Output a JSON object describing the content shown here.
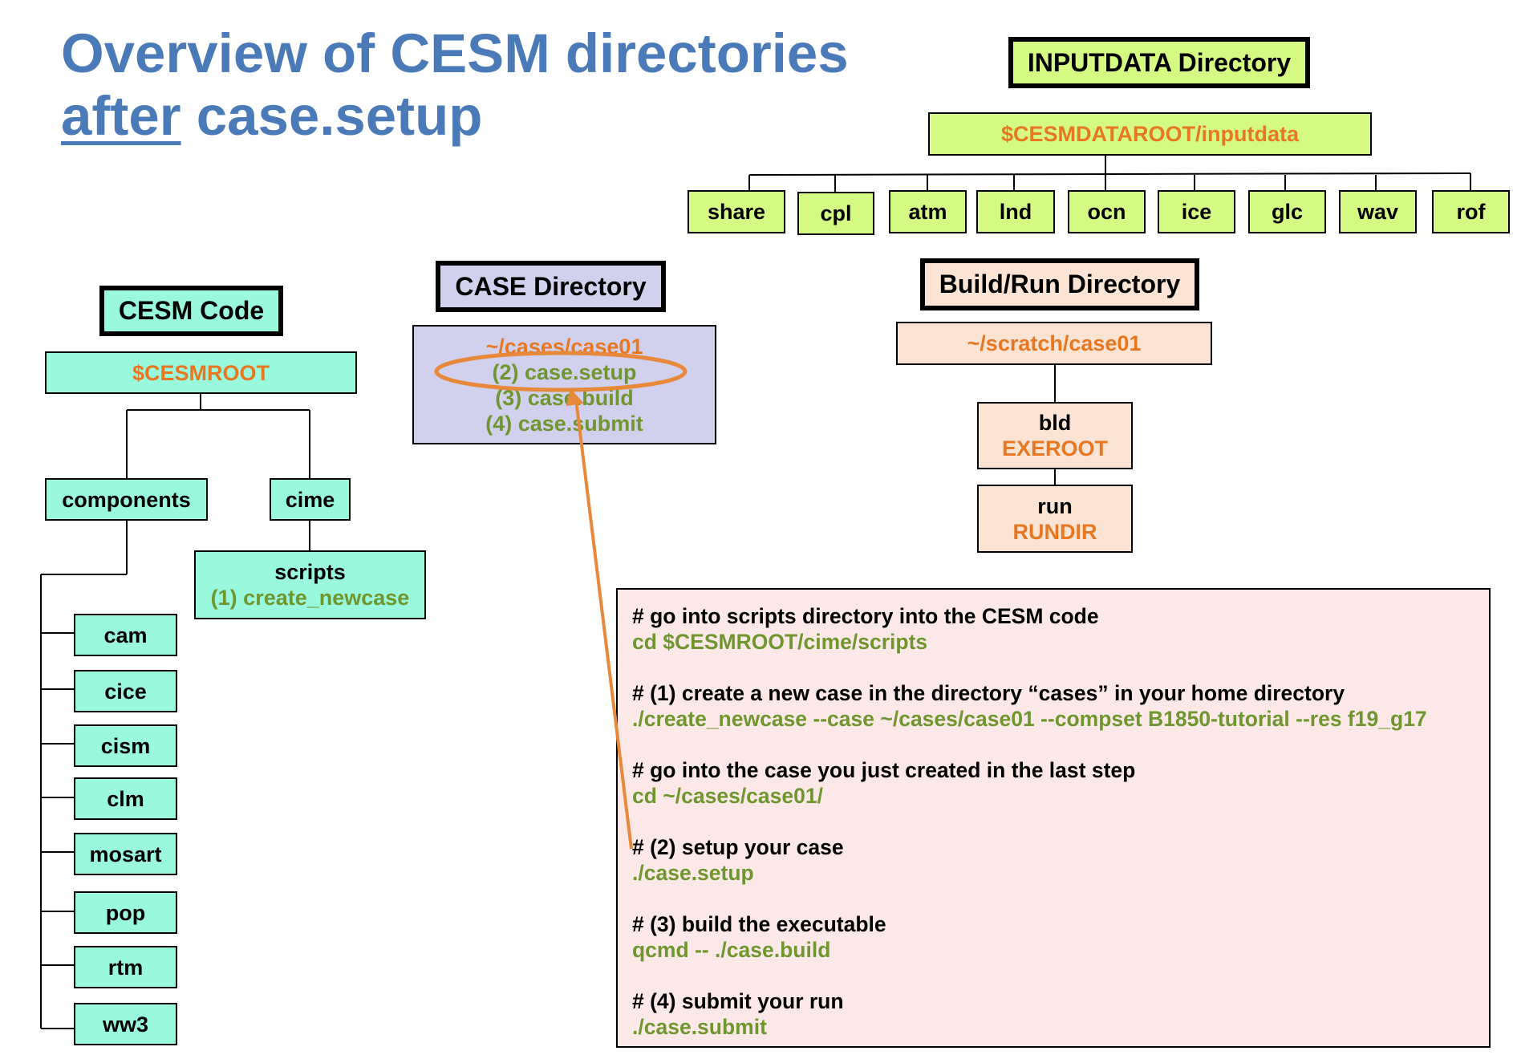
{
  "title": {
    "line1": "Overview of CESM directories",
    "line2_underlined": "after",
    "line2_rest": " case.setup"
  },
  "inputdata": {
    "header": "INPUTDATA Directory",
    "root": "$CESMDATAROOT/inputdata",
    "children": [
      "share",
      "cpl",
      "atm",
      "lnd",
      "ocn",
      "ice",
      "glc",
      "wav",
      "rof"
    ]
  },
  "case_dir": {
    "header": "CASE Directory",
    "path": "~/cases/case01",
    "steps": [
      "(2) case.setup",
      "(3) case.build",
      "(4) case.submit"
    ]
  },
  "build_run": {
    "header": "Build/Run Directory",
    "root": "~/scratch/case01",
    "bld": {
      "name": "bld",
      "var": "EXEROOT"
    },
    "run": {
      "name": "run",
      "var": "RUNDIR"
    }
  },
  "cesm_code": {
    "header": "CESM Code",
    "root": "$CESMROOT",
    "components": "components",
    "cime": "cime",
    "scripts": {
      "name": "scripts",
      "step": "(1) create_newcase"
    },
    "component_list": [
      "cam",
      "cice",
      "cism",
      "clm",
      "mosart",
      "pop",
      "rtm",
      "ww3"
    ]
  },
  "commands": [
    {
      "comment": "# go into scripts directory into the CESM code",
      "cmd": "cd $CESMROOT/cime/scripts"
    },
    {
      "comment": "# (1) create a new case in the directory “cases” in your home directory",
      "cmd": "./create_newcase --case ~/cases/case01 --compset B1850-tutorial --res f19_g17"
    },
    {
      "comment": "# go into the case you just created in the last step",
      "cmd": "cd ~/cases/case01/"
    },
    {
      "comment": "# (2) setup your case",
      "cmd": "./case.setup"
    },
    {
      "comment": "# (3) build the executable",
      "cmd": "qcmd -- ./case.build"
    },
    {
      "comment": "# (4) submit your run",
      "cmd": "./case.submit"
    }
  ],
  "colors": {
    "title": "#4a7ab8",
    "aqua": "#9af8dc",
    "lime": "#d5fa84",
    "peach": "#fbe4d4",
    "lavender": "#d1d1ee",
    "code_bg": "#fce9e7",
    "orange": "#e87722",
    "green": "#6f962f"
  }
}
